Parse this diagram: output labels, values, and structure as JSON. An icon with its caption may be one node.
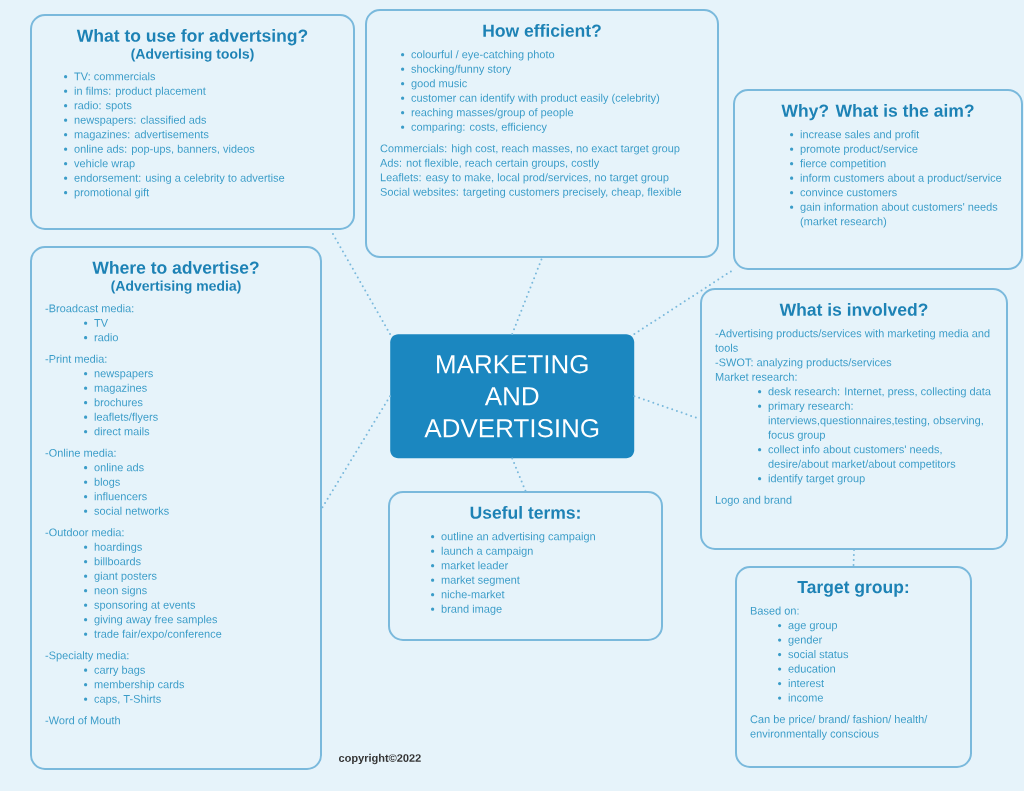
{
  "diagram": {
    "nodes": [
      {
        "text": [
          "MARKETING AND ADVERTISING"
        ]
      },
      {
        "text": [
          "What to use for advertsing?",
          "(Advertising tools)",
          "TV: commercials",
          "in films: product placement",
          "radio: spots",
          "newspapers: classified ads",
          "magazines: advertisements",
          "online ads: pop-ups, banners, videos",
          "vehicle wrap",
          "endorsement: using a celebrity to advertise",
          "promotional gift"
        ]
      },
      {
        "text": [
          "How efficient?",
          "colourful / eye-catching photo",
          "shocking/funny story",
          "good music",
          "customer can identify with product easily (celebrity)",
          "reaching masses/group of people",
          "comparing: costs, efficiency",
          "Commercials: high cost, reach masses, no exact target group",
          "Ads: not flexible, reach certain groups, costly",
          "Leaflets: easy to make, local prod/services, no target group",
          "Social websites: targeting customers precisely, cheap, flexible"
        ]
      },
      {
        "text": [
          "Why? What is the aim?",
          "increase sales and profit",
          "promote product/service",
          "fierce competition",
          "inform customers about a product/service",
          "convince customers",
          "gain information about customers' needs (market research)"
        ]
      },
      {
        "text": [
          "Where to advertise?",
          "(Advertising media)",
          "-Broadcast media:",
          "TV",
          "radio",
          "-Print media:",
          "newspapers",
          "magazines",
          "brochures",
          "leaflets/flyers",
          "direct mails",
          "-Online media:",
          "online ads",
          "blogs",
          "influencers",
          "social networks",
          "-Outdoor media:",
          "hoardings",
          "billboards",
          "giant posters",
          "neon signs",
          "sponsoring at events",
          "giving away free samples",
          "trade fair/expo/conference",
          "-Specialty media:",
          "carry bags",
          "membership cards",
          "caps, T-Shirts",
          "-Word of Mouth"
        ]
      },
      {
        "text": [
          "What is involved?",
          "-Advertising products/services with marketing media and tools",
          "-SWOT: analyzing products/services",
          "Market research:",
          "desk research: Internet, press, collecting data",
          "primary research: interviews,questionnaires,testing, observing, focus group",
          "collect info about customers' needs, desire/about market/about competitors",
          "identify target group",
          "Logo and brand"
        ]
      },
      {
        "text": [
          "Useful terms:",
          "outline an advertising campaign",
          "launch a campaign",
          "market leader",
          "market segment",
          "niche-market",
          "brand image"
        ]
      },
      {
        "text": [
          "Target group:",
          "Based on:",
          "age group",
          "gender",
          "social status",
          "education",
          "interest",
          "income",
          "Can be price/ brand/ fashion/ health/ environmentally conscious"
        ]
      }
    ],
    "edges": [
      {
        "from": 0,
        "to": 1,
        "arrow": "none"
      },
      {
        "from": 0,
        "to": 2,
        "arrow": "none"
      },
      {
        "from": 0,
        "to": 3,
        "arrow": "none"
      },
      {
        "from": 0,
        "to": 4,
        "arrow": "none"
      },
      {
        "from": 0,
        "to": 5,
        "arrow": "none"
      },
      {
        "from": 0,
        "to": 6,
        "arrow": "none"
      },
      {
        "from": 5,
        "to": 7,
        "arrow": "none"
      }
    ],
    "labels": [
      "copyright©2022"
    ]
  }
}
